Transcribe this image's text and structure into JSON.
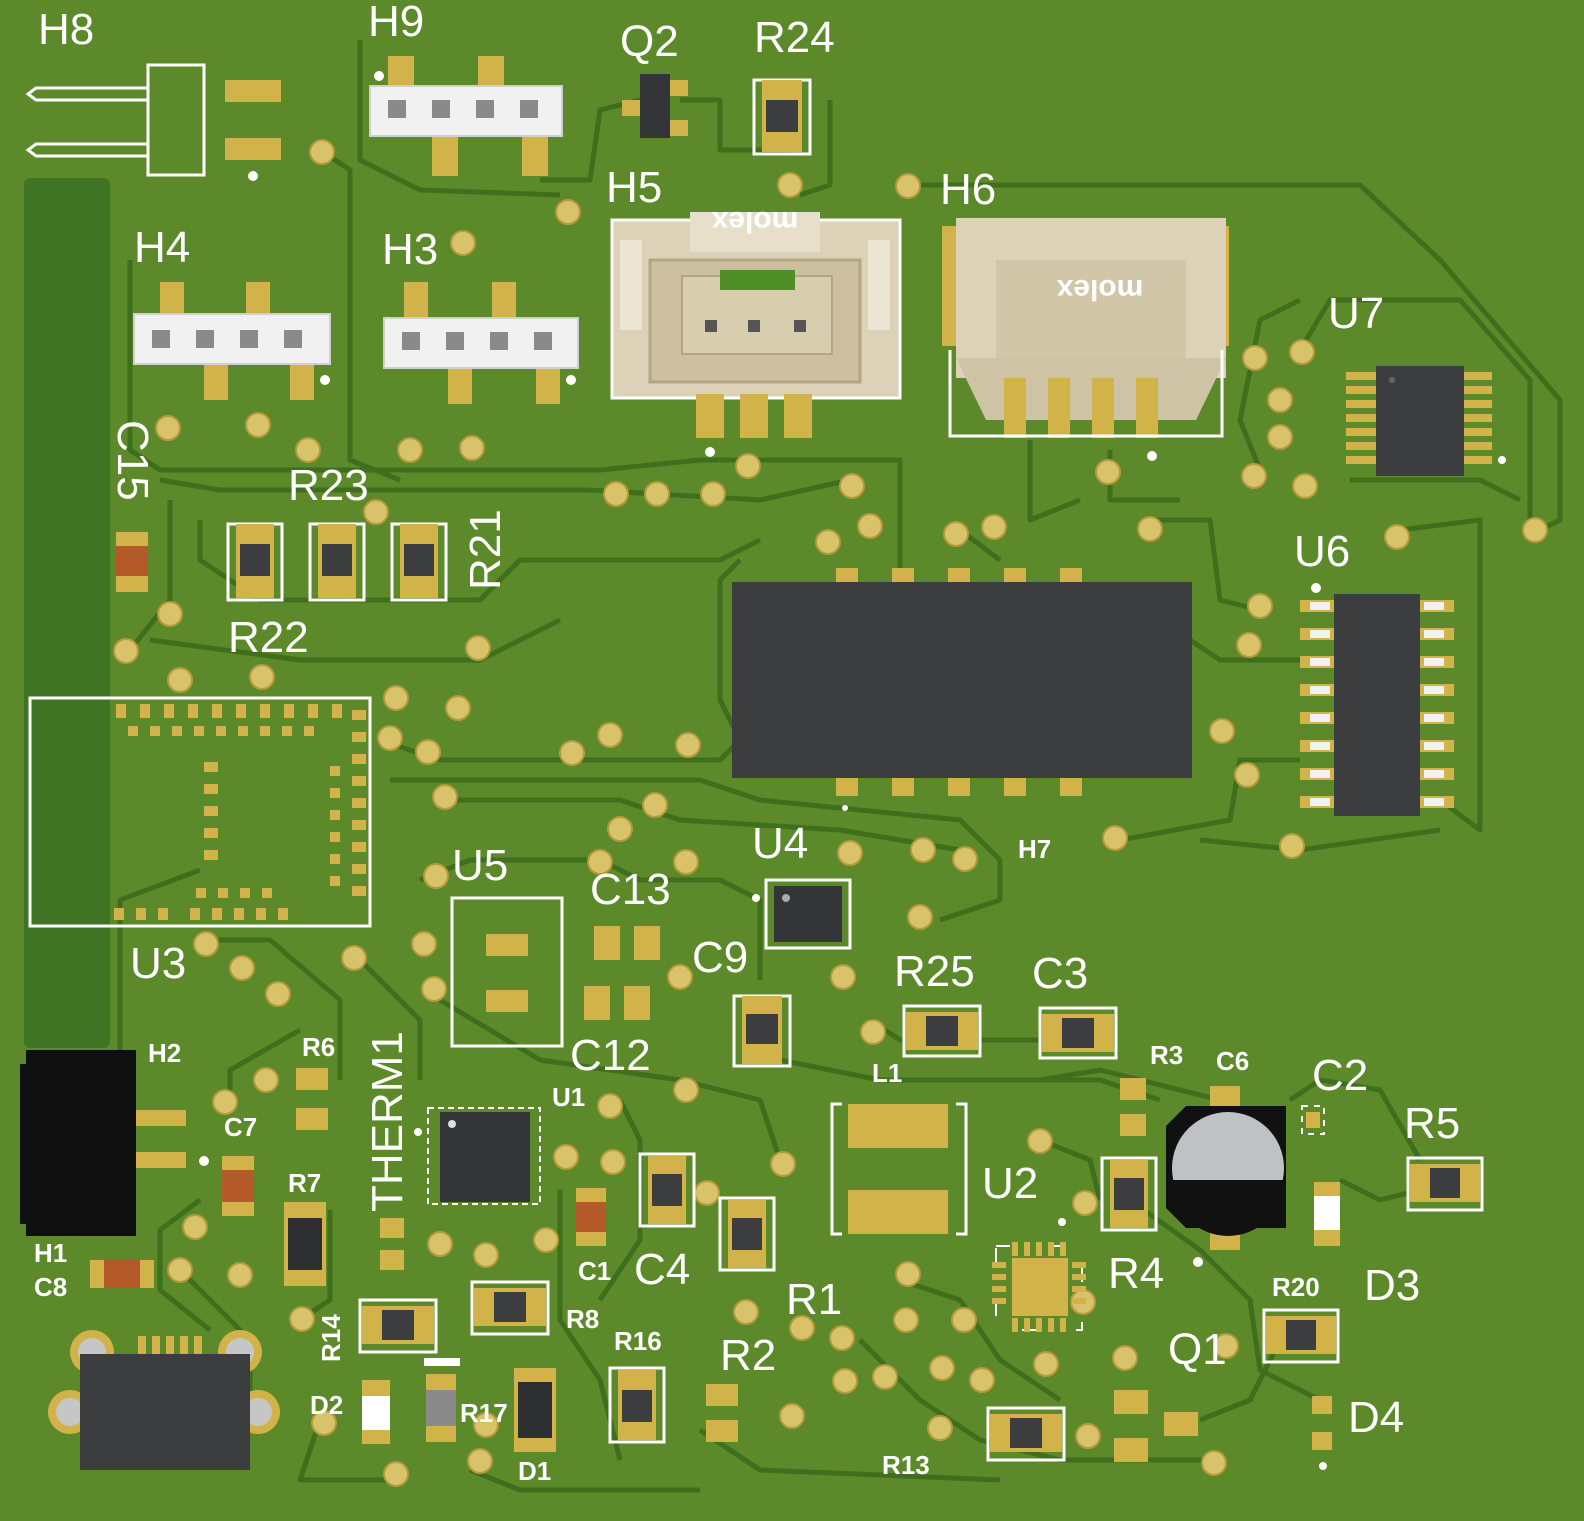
{
  "colors": {
    "board": "#5c8a2a",
    "trace": "#3f6e1c",
    "pad": "#d1b34a",
    "silk": "#ffffff",
    "ic_body": "#3b3d3f",
    "connector_body": "#ddd2b8",
    "header_white": "#f1f1f1"
  },
  "labels": {
    "H8": "H8",
    "H9": "H9",
    "Q2": "Q2",
    "R24": "R24",
    "H5": "H5",
    "H6": "H6",
    "H4": "H4",
    "H3": "H3",
    "U7": "U7",
    "C15": "C15",
    "R23": "R23",
    "R21": "R21",
    "R22": "R22",
    "U6": "U6",
    "U3": "U3",
    "U5": "U5",
    "C13": "C13",
    "U4": "U4",
    "H7": "H7",
    "C9": "C9",
    "R25": "R25",
    "C3": "C3",
    "C12": "C12",
    "H2": "H2",
    "R6": "R6",
    "THERM1": "THERM1",
    "U1": "U1",
    "L1": "L1",
    "R3": "R3",
    "C6": "C6",
    "C2": "C2",
    "R5": "R5",
    "C7": "C7",
    "R7": "R7",
    "U2": "U2",
    "H1": "H1",
    "C8": "C8",
    "C1": "C1",
    "C4": "C4",
    "R4": "R4",
    "R20": "R20",
    "D3": "D3",
    "R1": "R1",
    "R8": "R8",
    "R16": "R16",
    "R14": "R14",
    "R2": "R2",
    "Q1": "Q1",
    "D2": "D2",
    "R17": "R17",
    "D1": "D1",
    "R13": "R13",
    "D4": "D4"
  },
  "connector_brand": {
    "H5": "molex",
    "H6": "molex"
  }
}
